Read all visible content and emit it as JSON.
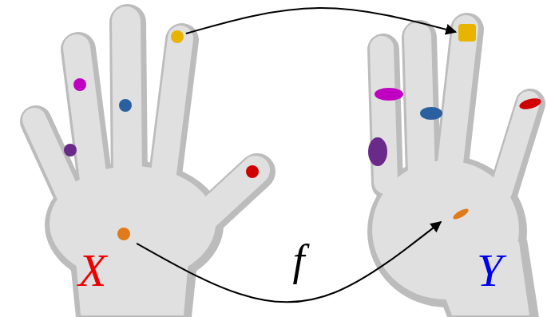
{
  "diagram": {
    "nodes": [
      {
        "text": [
          "X"
        ]
      },
      {
        "text": [
          "Y"
        ]
      }
    ],
    "edges": [
      {
        "from": 0,
        "to": 1,
        "arrow": "to"
      },
      {
        "from": 0,
        "to": 1,
        "label": "f",
        "arrow": "to"
      }
    ]
  }
}
